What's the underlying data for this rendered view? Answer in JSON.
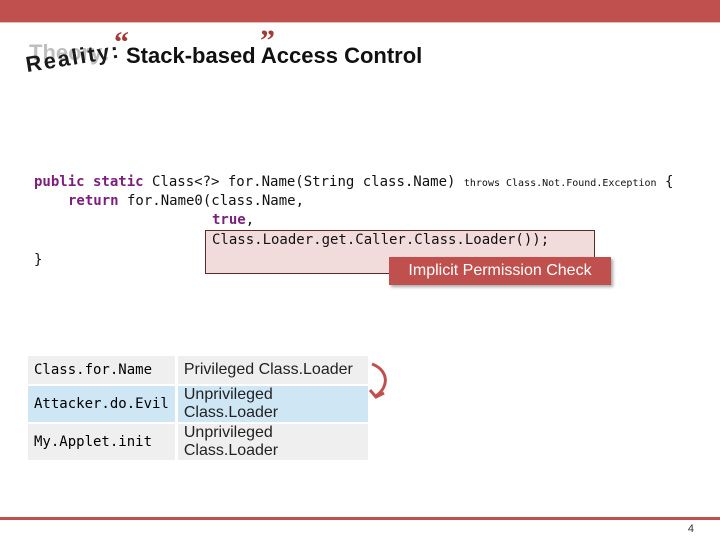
{
  "title": {
    "ghost": "Theory:",
    "overlay": "Reality:",
    "open_quote": "“",
    "main": "Stack-based Access Control",
    "close_quote": "”"
  },
  "code": {
    "l1_kw": "public static",
    "l1_text": " Class<?> for.Name(String class.Name) ",
    "l1_small": "throws Class.Not.Found.Exception",
    "l1_brace": " {",
    "l2_kw": "return",
    "l2_text": " for.Name0(class.Name,",
    "l3_kw": "true",
    "l3_text": ",",
    "l4_text": "Class.Loader.get.Caller.Class.Loader());",
    "l5_text": "}"
  },
  "callout": "Implicit Permission Check",
  "stack": [
    {
      "frame": "Class.for.Name",
      "loader": "Privileged Class.Loader"
    },
    {
      "frame": "Attacker.do.Evil",
      "loader": "Unprivileged Class.Loader"
    },
    {
      "frame": "My.Applet.init",
      "loader": "Unprivileged Class.Loader"
    }
  ],
  "page_number": "4",
  "colors": {
    "accent": "#c0504d",
    "highlight_row": "#cfe7f5",
    "code_highlight": "#f2dcdb"
  }
}
